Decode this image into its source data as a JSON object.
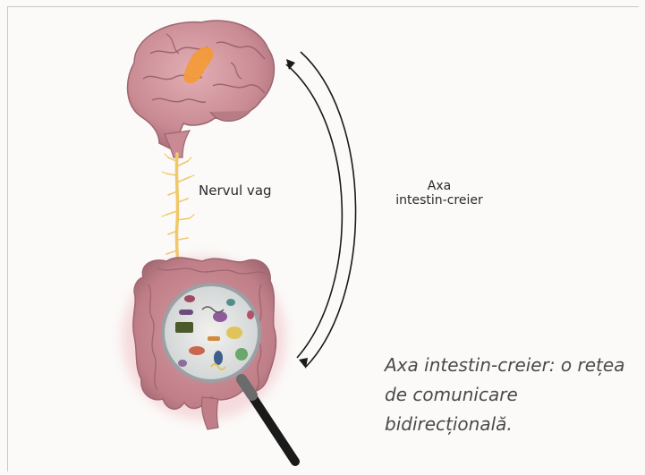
{
  "labels": {
    "nerve": "Nervul vag",
    "axis_line1": "Axa",
    "axis_line2": "intestin-creier",
    "caption": "Axa intestin-creier: o rețea de comunicare bidirecțională."
  },
  "icons": {
    "brain": "brain-icon",
    "intestine": "intestine-icon",
    "magnifier": "magnifying-glass-icon",
    "arrows": "bidirectional-arrows-icon"
  },
  "colors": {
    "brain": "#c98a93",
    "brain_highlight": "#f39a3a",
    "nerve": "#f0c86a",
    "intestine": "#c98a93",
    "magnifier_handle": "#1a1a1a",
    "arrow": "#1a1a1a"
  }
}
